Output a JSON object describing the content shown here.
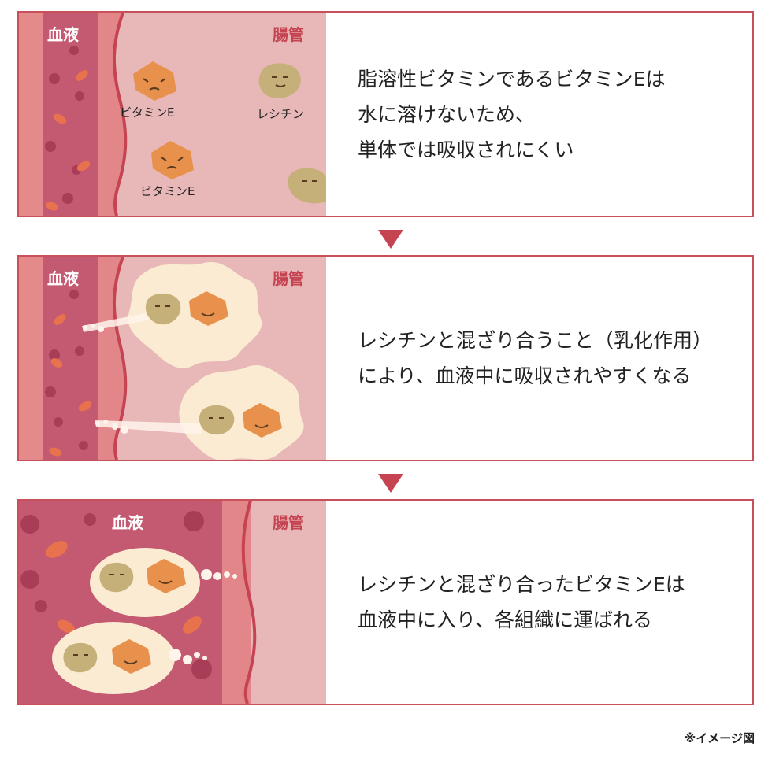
{
  "panel1": {
    "blood_label": "血液",
    "intestine_label": "腸管",
    "char_labels": [
      "ビタミンE",
      "レシチン",
      "ビタミンE"
    ],
    "lines": [
      "脂溶性ビタミンであるビタミンEは",
      "水に溶けないため、",
      "単体では吸収されにくい"
    ]
  },
  "panel2": {
    "blood_label": "血液",
    "intestine_label": "腸管",
    "lines": [
      "レシチンと混ざり合うこと（乳化作用）",
      "により、血液中に吸収されやすくなる"
    ]
  },
  "panel3": {
    "blood_label": "血液",
    "intestine_label": "腸管",
    "lines": [
      "レシチンと混ざり合ったビタミンEは",
      "血液中に入り、各組織に運ばれる"
    ]
  },
  "footnote": "※イメージ図",
  "colors": {
    "border": "#c8505a",
    "blood": "#c45a71",
    "wall": "#e2868a",
    "lumen": "#e8b7b7",
    "vitamin_e": "#e8914c",
    "lecithin": "#c6b07a",
    "arrow": "#c64452"
  }
}
